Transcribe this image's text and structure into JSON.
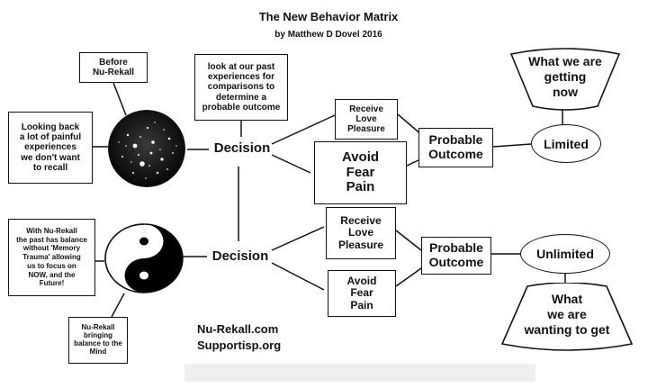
{
  "title": "The New Behavior Matrix",
  "subtitle": "by Matthew D Dovel 2016",
  "before_box": "Before\nNu-Rekall",
  "past_box": "look at our past\nexperiences for\ncomparisons to\ndetermine a\nprobable outcome",
  "painful_box": "Looking back\na lot of painful\nexperiences\nwe don't want\nto recall",
  "decision_top": "Decision",
  "decision_bottom": "Decision",
  "receive_top": "Receive\nLove\nPleasure",
  "avoid_top": "Avoid\nFear\nPain",
  "receive_bottom": "Receive\nLove\nPleasure",
  "avoid_bottom": "Avoid\nFear\nPain",
  "outcome_top": "Probable\nOutcome",
  "outcome_bottom": "Probable\nOutcome",
  "limited": "Limited",
  "unlimited": "Unlimited",
  "getting_now": "What we are\ngetting\nnow",
  "wanting": "What\nwe are\nwanting to get",
  "balance_box": "With Nu-Rekall\nthe past has balance\nwithout 'Memory\nTrauma' allowing\nus to focus on\nNOW, and the\nFuture!",
  "mind_box": "Nu-Rekall\nbringing\nbalance to the\nMind",
  "website1": "Nu-Rekall.com",
  "website2": "Supportisp.org",
  "colors": {
    "ink": "#111111",
    "yin": "#000000",
    "yang": "#ffffff"
  },
  "icons": {
    "stars": "starfield-icon",
    "yinyang": "yin-yang-icon"
  }
}
